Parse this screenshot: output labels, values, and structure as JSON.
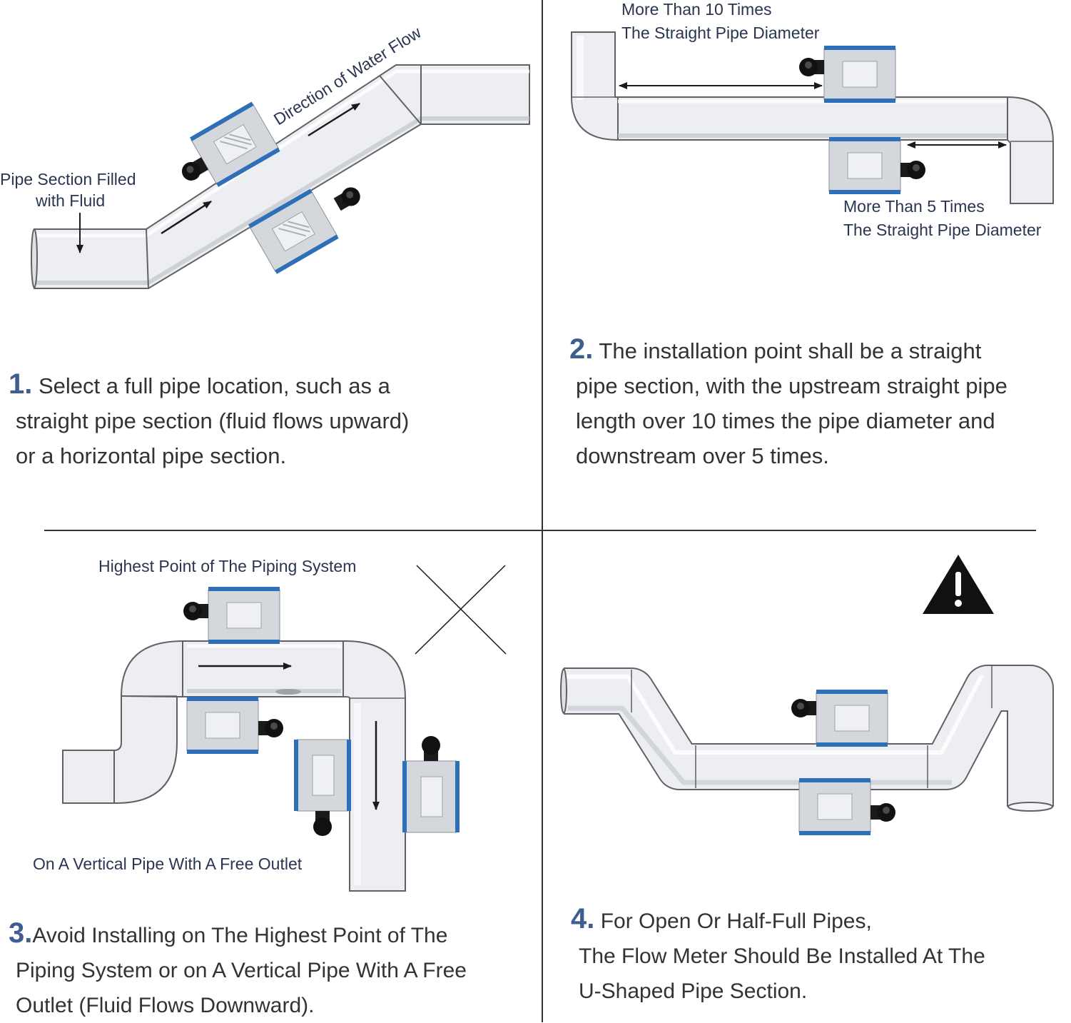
{
  "panel1": {
    "flow_label": "Direction of Water Flow",
    "fill_label_line1": "Pipe Section Filled",
    "fill_label_line2": "with Fluid",
    "number": "1.",
    "caption_line1": "Select a full pipe location, such as a",
    "caption_line2": "straight pipe section (fluid flows upward)",
    "caption_line3": "or a horizontal pipe section."
  },
  "panel2": {
    "upstream_label_line1": "More Than 10 Times",
    "upstream_label_line2": "The Straight Pipe Diameter",
    "downstream_label_line1": "More Than 5 Times",
    "downstream_label_line2": "The Straight Pipe Diameter",
    "number": "2.",
    "caption_line1": "The installation point shall be a straight",
    "caption_line2": "pipe section, with the upstream straight pipe",
    "caption_line3": "length over 10 times the pipe diameter and",
    "caption_line4": "downstream over 5 times."
  },
  "panel3": {
    "highest_label": "Highest Point of The Piping System",
    "vertical_label": "On A Vertical Pipe With A Free Outlet",
    "number": "3.",
    "caption_line1": "Avoid Installing on The Highest Point of The",
    "caption_line2": "Piping System or on A Vertical Pipe With A Free",
    "caption_line3": "Outlet (Fluid Flows Downward)."
  },
  "panel4": {
    "number": "4.",
    "caption_line1": "For Open Or Half-Full Pipes,",
    "caption_line2": "The Flow Meter Should Be Installed At The",
    "caption_line3": "U-Shaped Pipe Section."
  },
  "icons": {
    "warning": "warning-triangle-icon",
    "wrong": "x-mark-icon"
  },
  "colors": {
    "accent_blue": "#3d5e8e",
    "sensor_blue": "#2f6fb8",
    "pipe_fill": "#eceef1",
    "pipe_stroke": "#5f6166"
  }
}
